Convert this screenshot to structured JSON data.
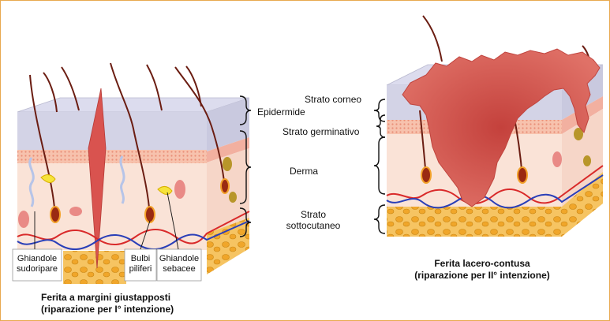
{
  "labels": {
    "epidermide": "Epidermide",
    "derma": "Derma",
    "strato_sottocutaneo": [
      "Strato",
      "sottocutaneo"
    ],
    "strato_corneo": "Strato corneo",
    "strato_germinativo": "Strato germinativo",
    "ghiandole_sudoripare": [
      "Ghiandole",
      "sudoripare"
    ],
    "bulbi_piliferi": [
      "Bulbi",
      "piliferi"
    ],
    "ghiandole_sebacee": [
      "Ghiandole",
      "sebacee"
    ]
  },
  "captions": {
    "left": [
      "Ferita a margini giustapposti",
      "(riparazione per I° intenzione)"
    ],
    "right": [
      "Ferita lacero-contusa",
      "(riparazione per II° intenzione)"
    ]
  },
  "colors": {
    "frame": "#e8a94f",
    "epidermis_top": "#d7d7ea",
    "epidermis_side": "#c9c9df",
    "germinative": "#f2b7a4",
    "dermis": "#f8ddd0",
    "subcutis": "#f4c66a",
    "wound": "#d9534f",
    "hair": "#6b1d12"
  }
}
